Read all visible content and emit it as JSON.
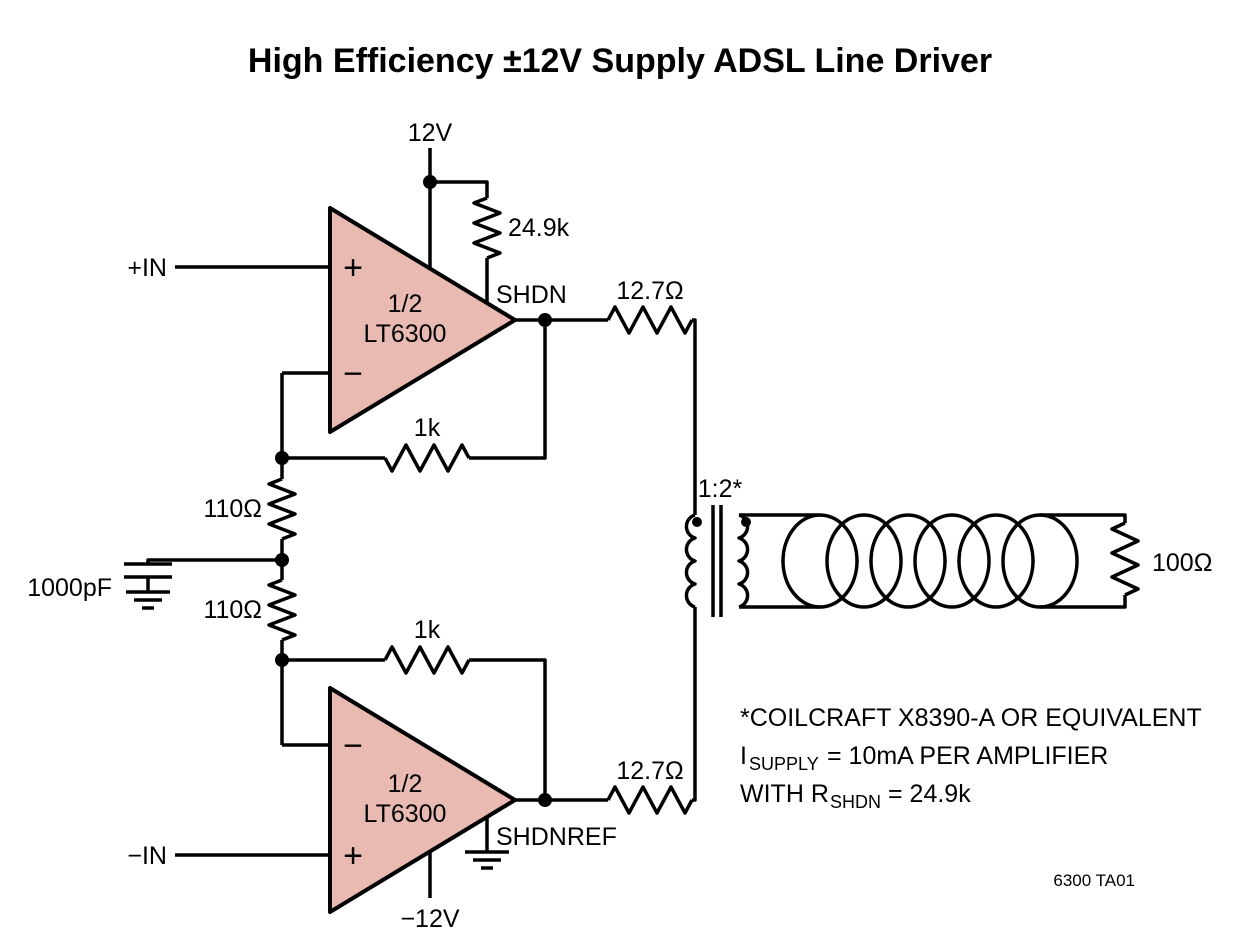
{
  "title": "High Efficiency ±12V Supply ADSL Line Driver",
  "colors": {
    "amp_fill": "#e9bab2",
    "line": "#000000"
  },
  "supplies": {
    "positive": "12V",
    "negative": "−12V"
  },
  "inputs": {
    "noninverting": "+IN",
    "inverting": "−IN"
  },
  "amplifiers": {
    "top": {
      "fraction": "1/2",
      "part": "LT6300",
      "noninv_sign": "+",
      "inv_sign": "−"
    },
    "bottom": {
      "fraction": "1/2",
      "part": "LT6300",
      "noninv_sign": "+",
      "inv_sign": "−"
    }
  },
  "pins": {
    "shdn": "SHDN",
    "shdnref": "SHDNREF"
  },
  "components": {
    "r_shdn_pullup": "24.9k",
    "r_series_top": "12.7Ω",
    "r_series_bottom": "12.7Ω",
    "r_feedback_top": "1k",
    "r_feedback_bottom": "1k",
    "r_gain_top": "110Ω",
    "r_gain_bottom": "110Ω",
    "r_load": "100Ω",
    "c_center": "1000pF",
    "transformer_ratio": "1:2*"
  },
  "notes": {
    "line1": "*COILCRAFT X8390-A OR EQUIVALENT",
    "line2_pre": "I",
    "line2_sub": "SUPPLY",
    "line2_post": "= 10mA PER AMPLIFIER",
    "line3_pre": "WITH R",
    "line3_sub": "SHDN",
    "line3_post": "= 24.9k"
  },
  "figure_id": "6300 TA01"
}
